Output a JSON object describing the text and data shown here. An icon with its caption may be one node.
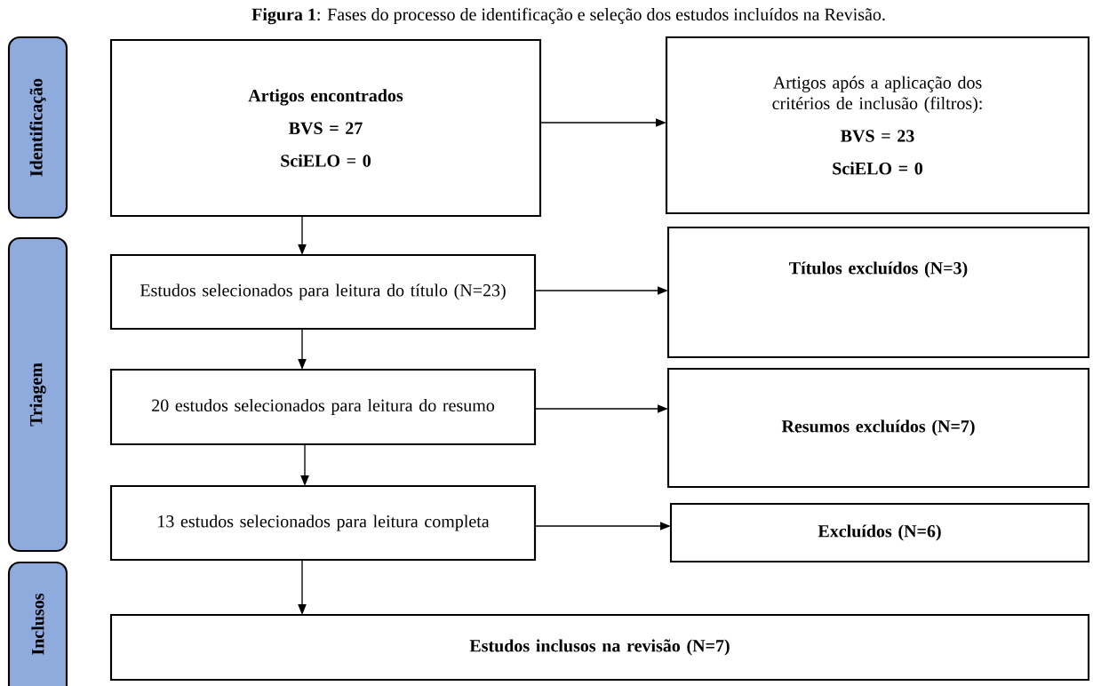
{
  "diagram": {
    "title": "**Figura 1**: Fases do processo de identificação e seleção dos estudos incluídos na Revisão.",
    "nodes": [
      {
        "text": [
          "Identificação"
        ]
      },
      {
        "text": [
          "Artigos encontrados",
          "BVS = 27",
          "SciELO = 0"
        ]
      },
      {
        "text": [
          "Artigos após a aplicação dos critérios de inclusão (filtros):",
          "BVS = 23",
          "SciELO = 0"
        ]
      },
      {
        "text": [
          "Triagem"
        ]
      },
      {
        "text": [
          "Estudos selecionados para leitura do título (N=23)"
        ]
      },
      {
        "text": [
          "Títulos excluídos (N=3)"
        ]
      },
      {
        "text": [
          "20 estudos selecionados para leitura do resumo"
        ]
      },
      {
        "text": [
          "Resumos excluídos (N=7)"
        ]
      },
      {
        "text": [
          "13 estudos selecionados para leitura completa"
        ]
      },
      {
        "text": [
          "Excluídos (N=6)"
        ]
      },
      {
        "text": [
          "Inclusos"
        ]
      },
      {
        "text": [
          "Estudos inclusos na revisão (N=7)"
        ]
      }
    ],
    "edges": [
      {
        "from": 1,
        "to": 2,
        "arrow": "to"
      },
      {
        "from": 1,
        "to": 4,
        "arrow": "to"
      },
      {
        "from": 4,
        "to": 5,
        "arrow": "to"
      },
      {
        "from": 4,
        "to": 6,
        "arrow": "to"
      },
      {
        "from": 6,
        "to": 7,
        "arrow": "to"
      },
      {
        "from": 6,
        "to": 8,
        "arrow": "to"
      },
      {
        "from": 8,
        "to": 9,
        "arrow": "to"
      },
      {
        "from": 8,
        "to": 11,
        "arrow": "to"
      }
    ]
  }
}
